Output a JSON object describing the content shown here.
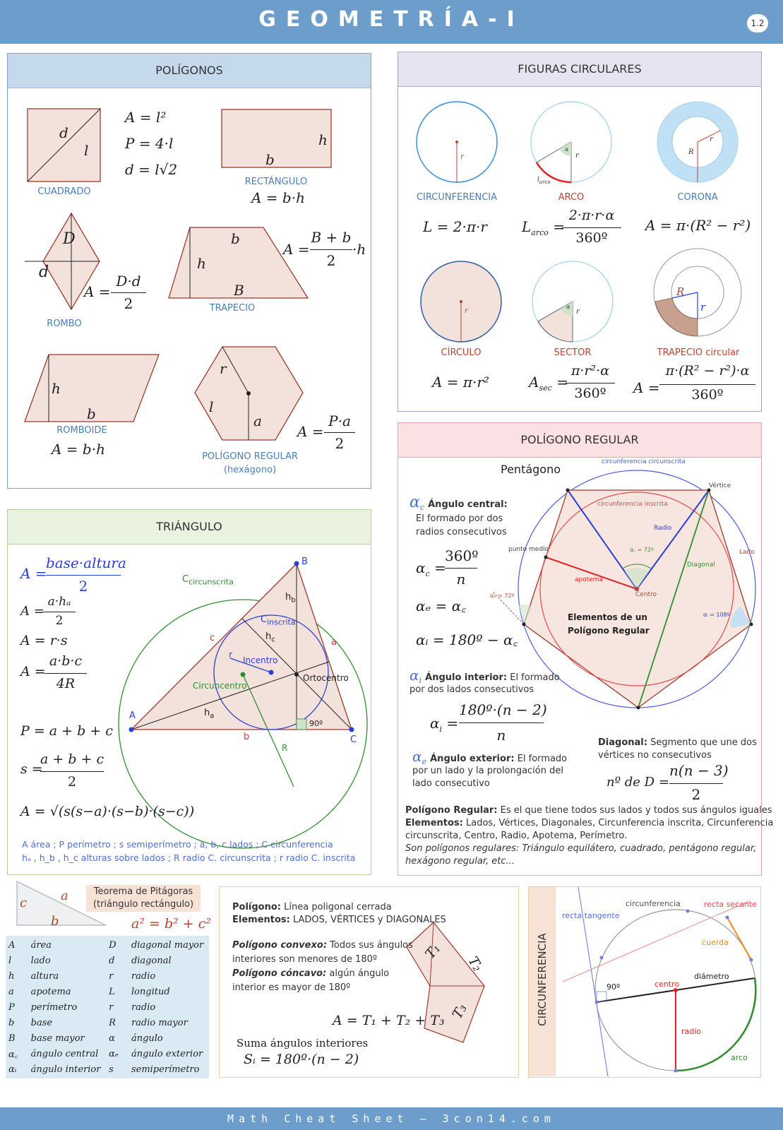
{
  "header": {
    "title": "GEOMETRÍA-I",
    "badge": "1.2"
  },
  "footer": "Math Cheat Sheet – 3con14.com",
  "polygons": {
    "title": "POLÍGONOS",
    "cuadrado": {
      "label": "CUADRADO",
      "d": "d",
      "l": "l",
      "f1": "A = l²",
      "f2": "P = 4·l",
      "f3": "d = l√2"
    },
    "rectangulo": {
      "label": "RECTÁNGULO",
      "h": "h",
      "b": "b",
      "f": "A = b·h"
    },
    "rombo": {
      "label": "ROMBO",
      "D": "D",
      "d": "d",
      "f_lhs": "A =",
      "f_num": "D·d",
      "f_den": "2"
    },
    "trapecio": {
      "label": "TRAPECIO",
      "b": "b",
      "h": "h",
      "B": "B",
      "f_lhs": "A =",
      "f_num": "B + b",
      "f_den": "2",
      "f_rhs": "·h"
    },
    "romboide": {
      "label": "ROMBOIDE",
      "h": "h",
      "b": "b",
      "f": "A = b·h"
    },
    "regular": {
      "label1": "POLÍGONO REGULAR",
      "label2": "(hexágono)",
      "r": "r",
      "l": "l",
      "a": "a",
      "f_lhs": "A =",
      "f_num": "P·a",
      "f_den": "2"
    }
  },
  "circular": {
    "title": "FIGURAS CIRCULARES",
    "circunferencia": {
      "label": "CIRCUNFERENCIA",
      "r": "r",
      "f": "L = 2·π·r"
    },
    "arco": {
      "label": "ARCO",
      "r": "r",
      "alpha": "α",
      "larco": "l",
      "larco_sub": "arco",
      "f_lhs": "L",
      "f_sub": "arco",
      "f_eq": "=",
      "f_num": "2·π·r·α",
      "f_den": "360º"
    },
    "corona": {
      "label": "CORONA",
      "R": "R",
      "r": "r",
      "f": "A = π·(R² − r²)"
    },
    "circulo": {
      "label": "CÍRCULO",
      "r": "r",
      "f": "A = π·r²"
    },
    "sector": {
      "label": "SECTOR",
      "r": "r",
      "alpha": "α",
      "f_lhs": "A",
      "f_sub": "sec",
      "f_eq": "=",
      "f_num": "π·r²·α",
      "f_den": "360º"
    },
    "trapecio": {
      "label": "TRAPECIO circular",
      "R": "R",
      "r": "r",
      "f_lhs": "A =",
      "f_num": "π·(R² − r²)·α",
      "f_den": "360º"
    }
  },
  "triangle": {
    "title": "TRIÁNGULO",
    "f1_lhs": "A =",
    "f1_num": "base·altura",
    "f1_den": "2",
    "f2_lhs": "A =",
    "f2_num": "a·hₐ",
    "f2_den": "2",
    "f3": "A = r·s",
    "f4_lhs": "A =",
    "f4_num": "a·b·c",
    "f4_den": "4R",
    "f5": "P = a + b + c",
    "f6_lhs": "s =",
    "f6_num": "a + b + c",
    "f6_den": "2",
    "f7": "A = √(s(s−a)·(s−b)·(s−c))",
    "legend1": "A  área ; P  perímetro ; s  semiperímetro ; a, b, c  lados ; C  circunferencia",
    "legend2": "hₐ , h_b , h_c  alturas sobre lados ; R  radio C. circunscrita ; r  radio C. inscrita",
    "fig": {
      "A": "A",
      "B": "B",
      "C": "C",
      "a": "a",
      "b": "b",
      "c": "c",
      "ccirc": "C",
      "ccirc_sub": "circunscrita",
      "cins": "C",
      "cins_sub": "inscrita",
      "hb": "h",
      "hb_sub": "b",
      "hc": "h",
      "hc_sub": "c",
      "ha": "h",
      "ha_sub": "a",
      "r": "r",
      "R": "R",
      "incentro": "Incentro",
      "ortocentro": "Ortocentro",
      "circuncentro": "Circuncentro",
      "angle": "90º"
    }
  },
  "regular": {
    "title": "POLÍGONO REGULAR",
    "pentagono": "Pentágono",
    "central_sym": "α",
    "central_sub": "c",
    "central_title": "Ángulo central:",
    "central_text1": "El formado por dos",
    "central_text2": "radios consecutivos",
    "fc_lhs": "α",
    "fc_sub": "c",
    "fc_eq": "=",
    "fc_num": "360º",
    "fc_den": "n",
    "fe": "αₑ = α꜀",
    "fi": "αᵢ = 180º − α꜀",
    "interior_sym": "α",
    "interior_sub": "i",
    "interior_title": "Ángulo interior:",
    "interior_text1": " El formado",
    "interior_text2": "por dos lados consecutivos",
    "fi2_lhs": "α",
    "fi2_sub": "i",
    "fi2_eq": "=",
    "fi2_num": "180º·(n − 2)",
    "fi2_den": "n",
    "exterior_sym": "α",
    "exterior_sub": "e",
    "exterior_title": "Ángulo exterior:",
    "exterior_text1": " El formado",
    "exterior_text2": "por un lado y la prolongación del",
    "exterior_text3": "lado consecutivo",
    "diag_title": "Diagonal:",
    "diag_text1": " Segmento que une dos",
    "diag_text2": "vértices no consecutivos",
    "fd_lhs": "nº de D =",
    "fd_num": "n(n − 3)",
    "fd_den": "2",
    "def_title": "Polígono Regular:",
    "def_text": " Es el que tiene todos sus lados y todos sus ángulos iguales",
    "elem_title": "Elementos:",
    "elem_text1": " Lados, Vértices, Diagonales, Circunferencia inscrita, Circunferencia",
    "elem_text2": "circunscrita, Centro, Radio, Apotema, Perímetro.",
    "examples1": "Son polígonos regulares: Triángulo equilátero, cuadrado, pentágono regular,",
    "examples2": "hexágono regular, etc...",
    "fig": {
      "circunscrita": "circunferencia circunscrita",
      "inscrita": "circunferencia inscrita",
      "vertice": "Vértice",
      "radio": "Radio",
      "lado": "Lado",
      "diagonal": "Diagonal",
      "punto_medio": "punto medio",
      "apotema": "apotema",
      "centro": "Centro",
      "ac": "α꜀ = 72º",
      "ae": "αₑ = 72º",
      "ai": "αᵢ = 108º",
      "center1": "Elementos de un",
      "center2": "Polígono Regular"
    }
  },
  "pitagoras": {
    "title1": "Teorema de Pitágoras",
    "title2": "(triángulo rectángulo)",
    "a": "a",
    "b": "b",
    "c": "c",
    "f": "a² = b² + c²"
  },
  "glossary": [
    [
      "A",
      "área",
      "D",
      "diagonal mayor"
    ],
    [
      "l",
      "lado",
      "d",
      "diagonal"
    ],
    [
      "h",
      "altura",
      "r",
      "radio"
    ],
    [
      "a",
      "apotema",
      "L",
      "longitud"
    ],
    [
      "P",
      "perímetro",
      "r",
      "radio"
    ],
    [
      "b",
      "base",
      "R",
      "radio mayor"
    ],
    [
      "B",
      "base mayor",
      "α",
      "ángulo"
    ],
    [
      "α꜀",
      "ángulo central",
      "αₑ",
      "ángulo exterior"
    ],
    [
      "αᵢ",
      "ángulo interior",
      "s",
      "semiperímetro"
    ]
  ],
  "poligono": {
    "def_title": "Polígono:",
    "def_text": " Línea poligonal cerrada",
    "elem_title": "Elementos:",
    "elem_text": " LADOS, VÉRTICES y DIAGONALES",
    "convexo_title": "Polígono convexo:",
    "convexo_text1": " Todos sus ángulos",
    "convexo_text2": "interiores son menores de 180º",
    "concavo_title": "Polígono cóncavo:",
    "concavo_text1": " algún ángulo",
    "concavo_text2": "interior es mayor de 180º",
    "fA": "A = T₁ + T₂ + T₃",
    "suma": "Suma ángulos interiores",
    "fS": "Sᵢ = 180º·(n − 2)",
    "T1": "T₁",
    "T2": "T₂",
    "T3": "T₃"
  },
  "circunferencia": {
    "title": "CIRCUNFERENCIA",
    "circunferencia": "circunferencia",
    "tangente": "recta tangente",
    "secante": "recta secante",
    "cuerda": "cuerda",
    "diametro": "diámetro",
    "centro": "centro",
    "radio": "radio",
    "arco": "arco",
    "angle": "90º"
  }
}
